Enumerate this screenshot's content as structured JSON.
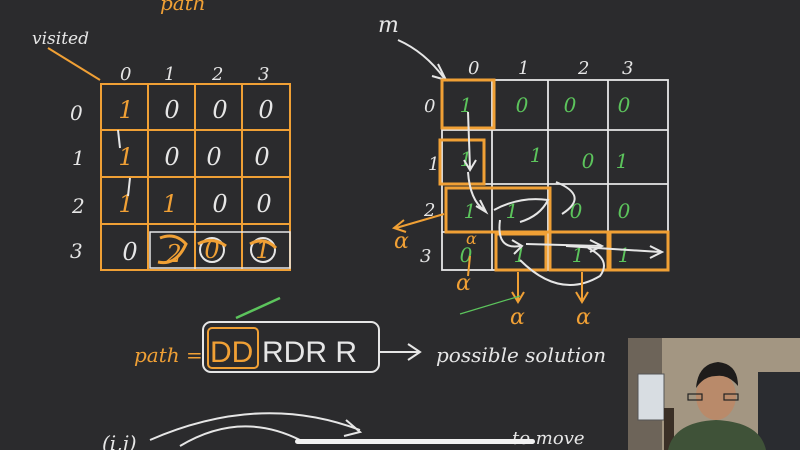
{
  "board": {
    "top_path_label": "path",
    "visited_label": "visited",
    "matrix_label": "m",
    "col_indices": [
      "0",
      "1",
      "2",
      "3"
    ],
    "row_indices": [
      "0",
      "1",
      "2",
      "3"
    ],
    "visited_grid": [
      [
        "1",
        "0",
        "0",
        "0"
      ],
      [
        "1",
        "0",
        "0",
        "0"
      ],
      [
        "1",
        "1",
        "0",
        "0"
      ],
      [
        "0",
        "2",
        "0",
        "1"
      ]
    ],
    "maze_grid": [
      [
        "1",
        "0",
        "0",
        "0"
      ],
      [
        "1",
        "1",
        "0",
        "1"
      ],
      [
        "1",
        "1",
        "0",
        "0"
      ],
      [
        "0",
        "1",
        "1",
        "1"
      ]
    ],
    "alpha_symbol": "α",
    "path_label": "path =",
    "path_value_highlight": "DD",
    "path_value_rest": "RDR R",
    "possible_solution": "possible solution",
    "to_move": "to move",
    "bottom_left_text": "(i,j)"
  },
  "colors": {
    "background": "#2b2b2d",
    "chalk_white": "#e6e6e6",
    "orange": "#f0a035",
    "green": "#5cc45c"
  },
  "webcam": {
    "label": "presenter video"
  }
}
